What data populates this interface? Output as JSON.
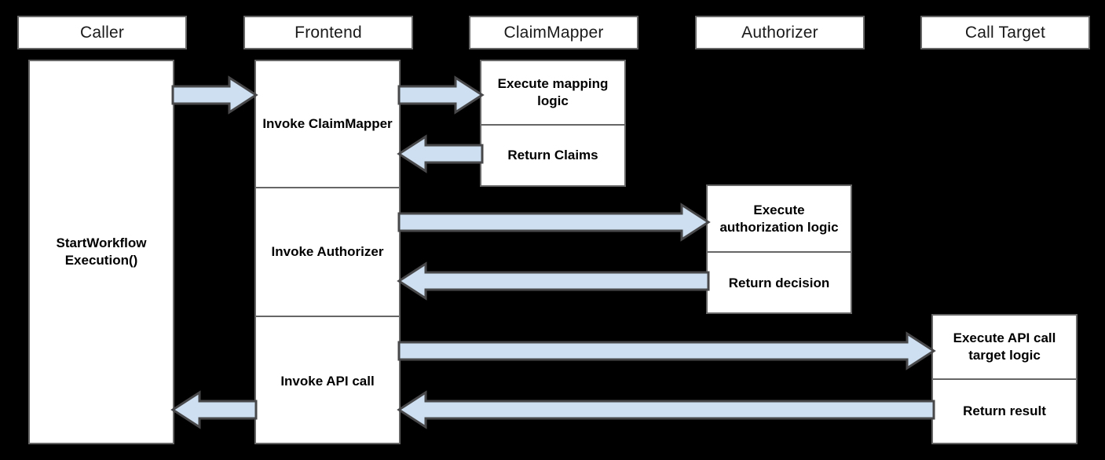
{
  "diagram": {
    "title": "API call workflow sequence diagram",
    "type": "sequence-diagram",
    "background_color": "#000000",
    "box_fill_color": "#ffffff",
    "box_border_color": "#666666",
    "arrow_fill_color": "#cddff0",
    "arrow_border_color": "#48484a"
  },
  "lifelines": [
    {
      "id": "caller",
      "label": "Caller"
    },
    {
      "id": "frontend",
      "label": "Frontend"
    },
    {
      "id": "claimmapper",
      "label": "ClaimMapper"
    },
    {
      "id": "authorizer",
      "label": "Authorizer"
    },
    {
      "id": "calltarget",
      "label": "Call Target"
    }
  ],
  "activations": {
    "caller": {
      "segments": [
        {
          "label": "StartWorkflow Execution()"
        }
      ]
    },
    "frontend": {
      "segments": [
        {
          "label": "Invoke ClaimMapper"
        },
        {
          "label": "Invoke Authorizer"
        },
        {
          "label": "Invoke API call"
        }
      ]
    },
    "claimmapper": {
      "segments": [
        {
          "label": "Execute mapping logic"
        },
        {
          "label": "Return Claims"
        }
      ]
    },
    "authorizer": {
      "segments": [
        {
          "label": "Execute authorization logic"
        },
        {
          "label": "Return decision"
        }
      ]
    },
    "calltarget": {
      "segments": [
        {
          "label": "Execute API call target logic"
        },
        {
          "label": "Return result"
        }
      ]
    }
  },
  "messages": [
    {
      "id": "m1",
      "from": "caller",
      "to": "frontend",
      "direction": "right",
      "label": ""
    },
    {
      "id": "m2",
      "from": "frontend",
      "to": "claimmapper",
      "direction": "right",
      "label": ""
    },
    {
      "id": "m3",
      "from": "claimmapper",
      "to": "frontend",
      "direction": "left",
      "label": ""
    },
    {
      "id": "m4",
      "from": "frontend",
      "to": "authorizer",
      "direction": "right",
      "label": ""
    },
    {
      "id": "m5",
      "from": "authorizer",
      "to": "frontend",
      "direction": "left",
      "label": ""
    },
    {
      "id": "m6",
      "from": "frontend",
      "to": "calltarget",
      "direction": "right",
      "label": ""
    },
    {
      "id": "m7",
      "from": "calltarget",
      "to": "frontend",
      "direction": "left",
      "label": ""
    },
    {
      "id": "m8",
      "from": "frontend",
      "to": "caller",
      "direction": "left",
      "label": ""
    }
  ]
}
